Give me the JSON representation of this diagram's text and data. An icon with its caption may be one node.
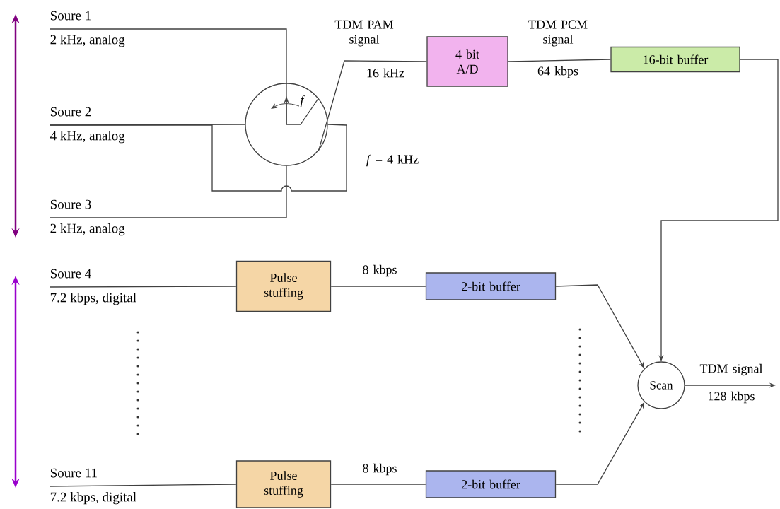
{
  "diagram": {
    "nodes": [
      {
        "text": [
          "Soure 1",
          "2 kHz, analog"
        ]
      },
      {
        "text": [
          "Soure 2",
          "4 kHz, analog"
        ]
      },
      {
        "text": [
          "Soure 3",
          "2 kHz, analog"
        ]
      },
      {
        "text": [],
        "shape": "circle"
      },
      {
        "text": [
          "4 bit A/D"
        ]
      },
      {
        "text": [
          "16-bit buffer"
        ]
      },
      {
        "text": [
          "Soure 4",
          "7.2 kbps, digital"
        ]
      },
      {
        "text": [
          "Pulse stuffing"
        ]
      },
      {
        "text": [
          "2-bit buffer"
        ]
      },
      {
        "text": [
          "Soure 11",
          "7.2 kbps, digital"
        ]
      },
      {
        "text": [
          "Pulse stuffing"
        ]
      },
      {
        "text": [
          "2-bit buffer"
        ]
      },
      {
        "text": [
          "Scan"
        ]
      }
    ],
    "edges": [
      {
        "from": 0,
        "to": 3,
        "arrow": "none"
      },
      {
        "from": 1,
        "to": 3,
        "arrow": "none"
      },
      {
        "from": 1,
        "to": 3,
        "arrow": "none"
      },
      {
        "from": 2,
        "to": 3,
        "arrow": "none"
      },
      {
        "from": 3,
        "to": 4,
        "arrow": "none",
        "label": "TDM PAM signal"
      },
      {
        "from": 4,
        "to": 5,
        "arrow": "none",
        "label": "TDM PCM signal"
      },
      {
        "from": 5,
        "to": 12,
        "arrow": "to"
      },
      {
        "from": 6,
        "to": 7,
        "arrow": "none"
      },
      {
        "from": 7,
        "to": 8,
        "arrow": "none",
        "label": "8 kbps"
      },
      {
        "from": 8,
        "to": 12,
        "arrow": "to"
      },
      {
        "from": 9,
        "to": 10,
        "arrow": "none"
      },
      {
        "from": 10,
        "to": 11,
        "arrow": "none",
        "label": "8 kbps"
      },
      {
        "from": 11,
        "to": 12,
        "arrow": "to"
      },
      {
        "from": 12,
        "to": null,
        "arrow": "to",
        "label": "TDM signal"
      }
    ],
    "labels": [
      "f",
      "16 kHz",
      "64 kbps",
      "*f* = 4 kHz",
      "128 kbps"
    ]
  }
}
